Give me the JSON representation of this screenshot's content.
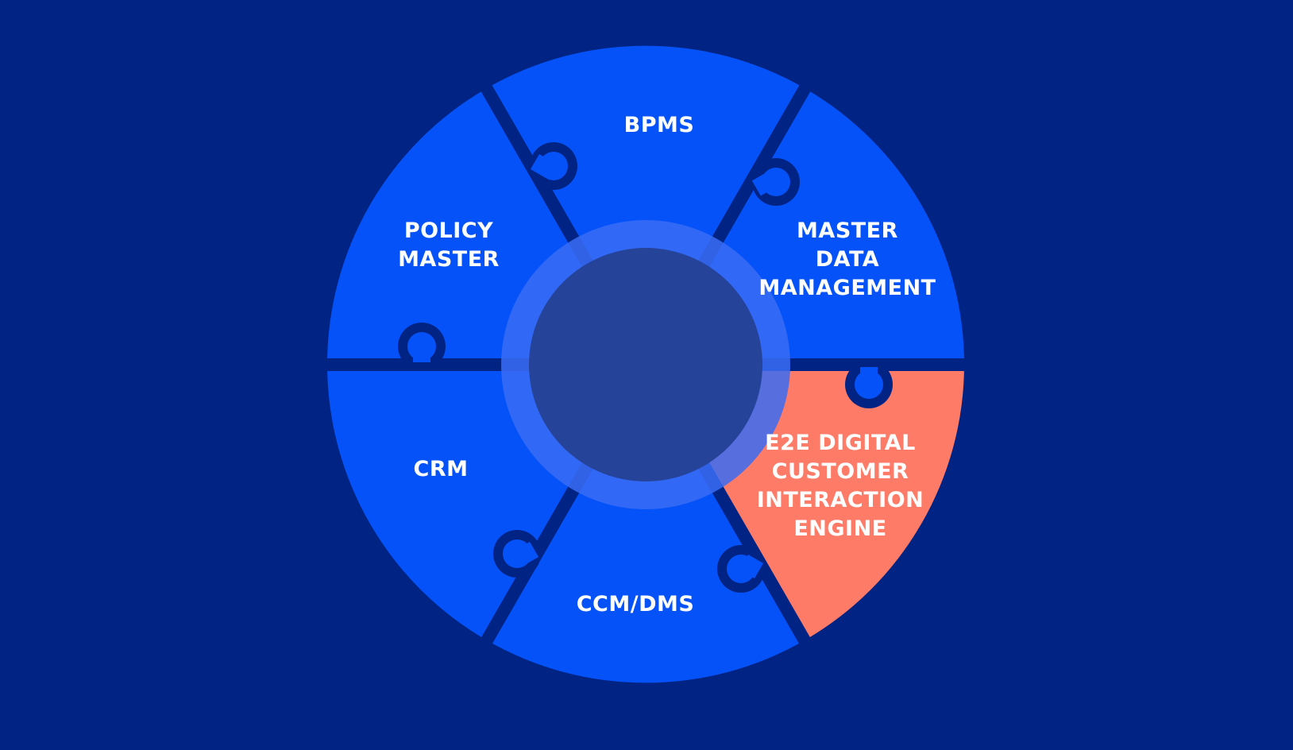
{
  "colors": {
    "background": "#012484",
    "segment": "#0553f8",
    "highlight": "#fe7b67",
    "separator": "#012484",
    "ring": "#3a6cf4",
    "hub": "#26439a",
    "text": "#ffffff"
  },
  "segments": [
    {
      "id": "bpms",
      "lines": [
        "BPMS"
      ],
      "highlighted": false
    },
    {
      "id": "policy_master",
      "lines": [
        "POLICY",
        "MASTER"
      ],
      "highlighted": false
    },
    {
      "id": "master_data_management",
      "lines": [
        "MASTER",
        "DATA",
        "MANAGEMENT"
      ],
      "highlighted": false
    },
    {
      "id": "crm",
      "lines": [
        "CRM"
      ],
      "highlighted": false
    },
    {
      "id": "ccm_dms",
      "lines": [
        "CCM/DMS"
      ],
      "highlighted": false
    },
    {
      "id": "e2e_engine",
      "lines": [
        "E2E DIGITAL",
        "CUSTOMER",
        "INTERACTION",
        "ENGINE"
      ],
      "highlighted": true
    }
  ]
}
